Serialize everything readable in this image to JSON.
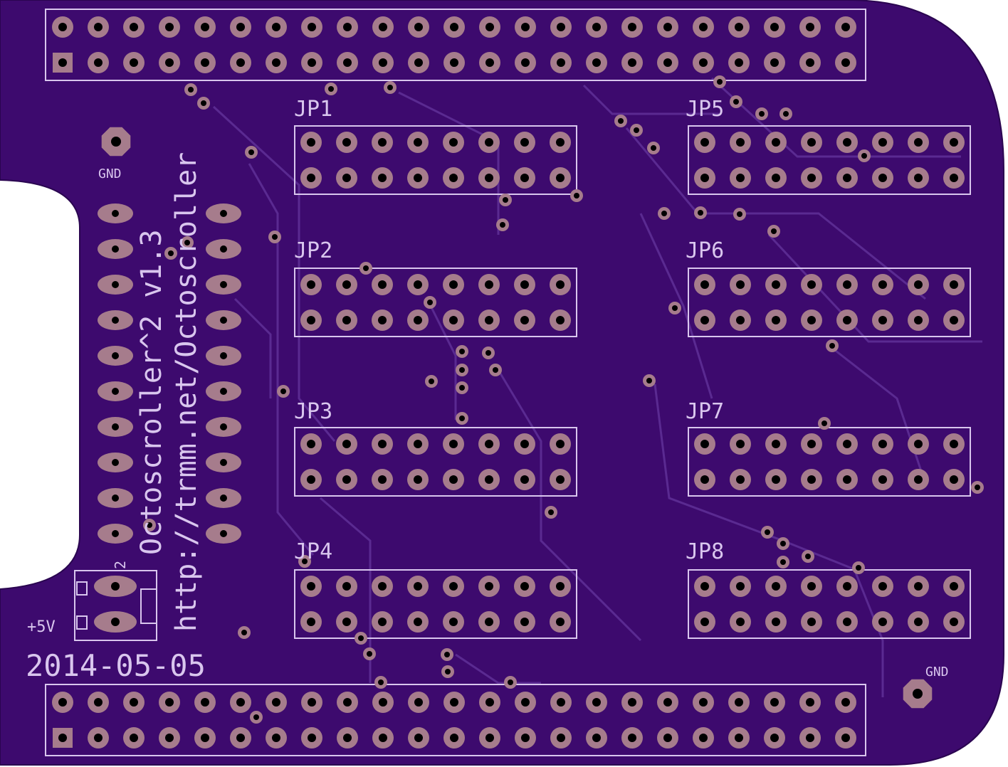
{
  "board": {
    "colors": {
      "substrate": "#3d0a6e",
      "substrate_edge": "#2a0550",
      "trace": "#5a2a91",
      "silkscreen": "#d9c6ee",
      "pad": "#a67c8c",
      "pad_hole": "#000000",
      "background": "#ffffff"
    },
    "title": "Octoscroller^2 v1.3",
    "url": "http://trmm.net/Octoscroller",
    "date": "2014-05-05",
    "gnd_label_left": "GND",
    "gnd_label_right": "GND",
    "power_label": "+5V",
    "connector_pin_label": "2",
    "headers": [
      {
        "name": "JP1"
      },
      {
        "name": "JP2"
      },
      {
        "name": "JP3"
      },
      {
        "name": "JP4"
      },
      {
        "name": "JP5"
      },
      {
        "name": "JP6"
      },
      {
        "name": "JP7"
      },
      {
        "name": "JP8"
      }
    ],
    "edge_header_pins": 23,
    "ribbon_pads_per_column": 10,
    "pins_per_idc_row": 8
  }
}
